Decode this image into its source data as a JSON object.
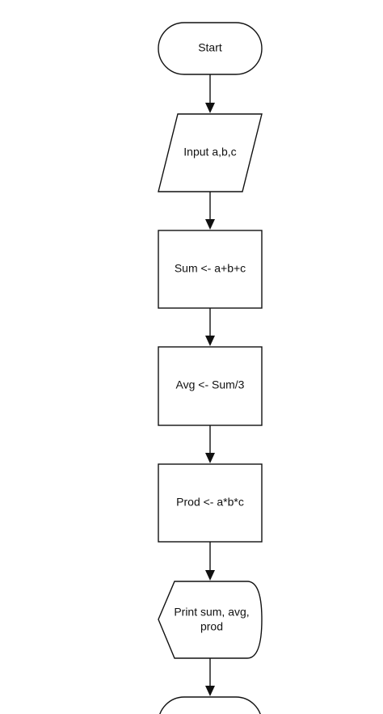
{
  "diagram": {
    "nodes": [
      {
        "id": "start",
        "shape": "terminator",
        "lines": [
          "Start"
        ]
      },
      {
        "id": "input",
        "shape": "parallelogram",
        "lines": [
          "Input a,b,c"
        ]
      },
      {
        "id": "sum",
        "shape": "process",
        "lines": [
          "Sum <- a+b+c"
        ]
      },
      {
        "id": "avg",
        "shape": "process",
        "lines": [
          "Avg <- Sum/3"
        ]
      },
      {
        "id": "prod",
        "shape": "process",
        "lines": [
          "Prod <- a*b*c"
        ]
      },
      {
        "id": "print",
        "shape": "display",
        "lines": [
          "Print sum, avg,",
          "prod"
        ]
      },
      {
        "id": "end",
        "shape": "terminator",
        "lines": []
      }
    ],
    "edges": [
      {
        "from": "start",
        "to": "input"
      },
      {
        "from": "input",
        "to": "sum"
      },
      {
        "from": "sum",
        "to": "avg"
      },
      {
        "from": "avg",
        "to": "prod"
      },
      {
        "from": "prod",
        "to": "print"
      },
      {
        "from": "print",
        "to": "end"
      }
    ],
    "colors": {
      "stroke": "#111111",
      "fill": "#ffffff",
      "text": "#111111"
    }
  }
}
